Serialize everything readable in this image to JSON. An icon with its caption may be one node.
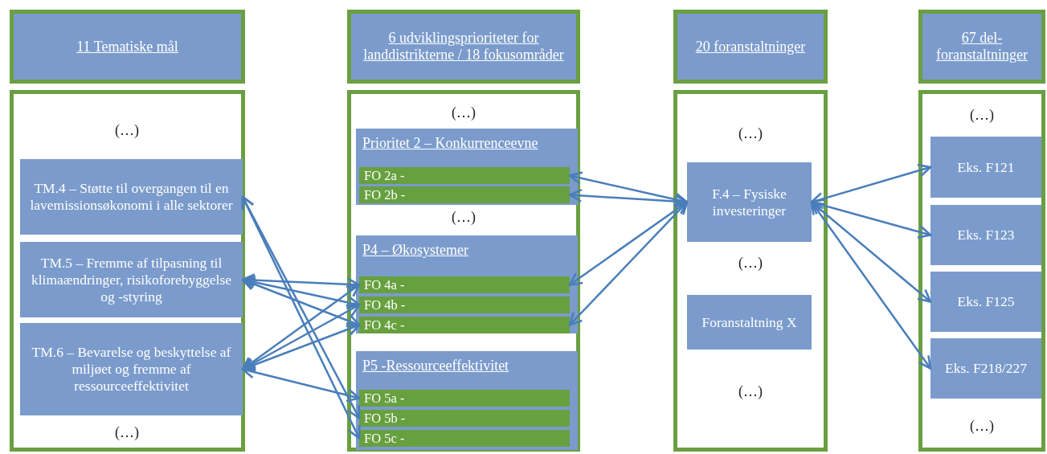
{
  "diagram": {
    "nodes": [
      {
        "text": [
          "11 Tematiske mål"
        ]
      },
      {
        "text": [],
        "shape": "box"
      },
      {
        "text": [
          "TM.4 – Støtte til overgangen til en lavemissionsøkonomi i alle sektorer"
        ],
        "in": 1
      },
      {
        "text": [
          "TM.5 – Fremme af tilpasning til klimaændringer, risikoforebyggelse og -styring"
        ],
        "in": 1
      },
      {
        "text": [
          "TM.6 – Bevarelse og beskyttelse af miljøet og fremme af ressourceeffektivitet"
        ],
        "in": 1
      },
      {
        "text": [
          "6 udviklingsprioriteter for landdistrikterne / 18 fokusområder"
        ]
      },
      {
        "text": [],
        "shape": "box"
      },
      {
        "text": [
          "Prioritet 2 – Konkurrenceevne"
        ],
        "in": 6
      },
      {
        "text": [
          "FO 2a -"
        ],
        "in": 7
      },
      {
        "text": [
          "FO 2b -"
        ],
        "in": 7
      },
      {
        "text": [
          "P4 – Økosystemer"
        ],
        "in": 6
      },
      {
        "text": [
          "FO 4a -"
        ],
        "in": 10
      },
      {
        "text": [
          "FO 4b -"
        ],
        "in": 10
      },
      {
        "text": [
          "FO 4c -"
        ],
        "in": 10
      },
      {
        "text": [
          "P5 -Ressourceeffektivitet"
        ],
        "in": 6
      },
      {
        "text": [
          "FO 5a -"
        ],
        "in": 14
      },
      {
        "text": [
          "FO 5b -"
        ],
        "in": 14
      },
      {
        "text": [
          "FO 5c -"
        ],
        "in": 14
      },
      {
        "text": [
          "20 foranstaltninger"
        ]
      },
      {
        "text": [],
        "shape": "box"
      },
      {
        "text": [
          "F.4 – Fysiske investeringer"
        ],
        "in": 19
      },
      {
        "text": [
          "Foranstaltning X"
        ],
        "in": 19
      },
      {
        "text": [
          "67 del- foranstaltninger"
        ]
      },
      {
        "text": [],
        "shape": "box"
      },
      {
        "text": [
          "Eks. F121"
        ],
        "in": 23
      },
      {
        "text": [
          "Eks. F123"
        ],
        "in": 23
      },
      {
        "text": [
          "Eks. F125"
        ],
        "in": 23
      },
      {
        "text": [
          "Eks. F218/227"
        ],
        "in": 23
      }
    ],
    "edges": [
      {
        "from": 2,
        "to": 16,
        "arrow": "both"
      },
      {
        "from": 2,
        "to": 17,
        "arrow": "both"
      },
      {
        "from": 3,
        "to": 11,
        "arrow": "both"
      },
      {
        "from": 3,
        "to": 12,
        "arrow": "both"
      },
      {
        "from": 3,
        "to": 13,
        "arrow": "both"
      },
      {
        "from": 4,
        "to": 11,
        "arrow": "both"
      },
      {
        "from": 4,
        "to": 12,
        "arrow": "both"
      },
      {
        "from": 4,
        "to": 13,
        "arrow": "both"
      },
      {
        "from": 4,
        "to": 15,
        "arrow": "both"
      },
      {
        "from": 8,
        "to": 20,
        "arrow": "both"
      },
      {
        "from": 9,
        "to": 20,
        "arrow": "both"
      },
      {
        "from": 11,
        "to": 20,
        "arrow": "both"
      },
      {
        "from": 13,
        "to": 20,
        "arrow": "both"
      },
      {
        "from": 20,
        "to": 24,
        "arrow": "both"
      },
      {
        "from": 20,
        "to": 25,
        "arrow": "both"
      },
      {
        "from": 20,
        "to": 26,
        "arrow": "both"
      },
      {
        "from": 20,
        "to": 27,
        "arrow": "both"
      }
    ],
    "labels": [
      "(…)",
      "(…)",
      "(…)",
      "(…)",
      "(…)",
      "(…)",
      "(…)",
      "(…)",
      "(…)"
    ]
  }
}
